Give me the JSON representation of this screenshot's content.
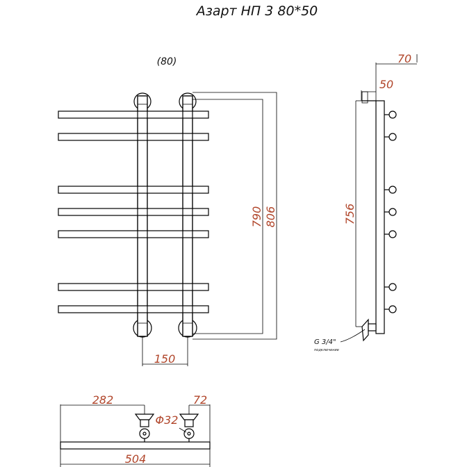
{
  "title": "Азарт НП 3 80*50",
  "front_view": {
    "collector_note": "(80)",
    "dim_height_inner": "790",
    "dim_height_outer": "806",
    "dim_center_distance": "150",
    "rail_count": 7
  },
  "side_view": {
    "dim_depth_total": "70",
    "dim_depth_wall": "50",
    "dim_height": "756",
    "thread_label": "G 3/4\"",
    "thread_note": "подключение"
  },
  "bottom_view": {
    "dim_left": "282",
    "dim_right": "72",
    "dim_diameter": "Φ32",
    "dim_width": "504"
  },
  "colors": {
    "dimension_text": "#b0452a",
    "lines": "#000000"
  }
}
